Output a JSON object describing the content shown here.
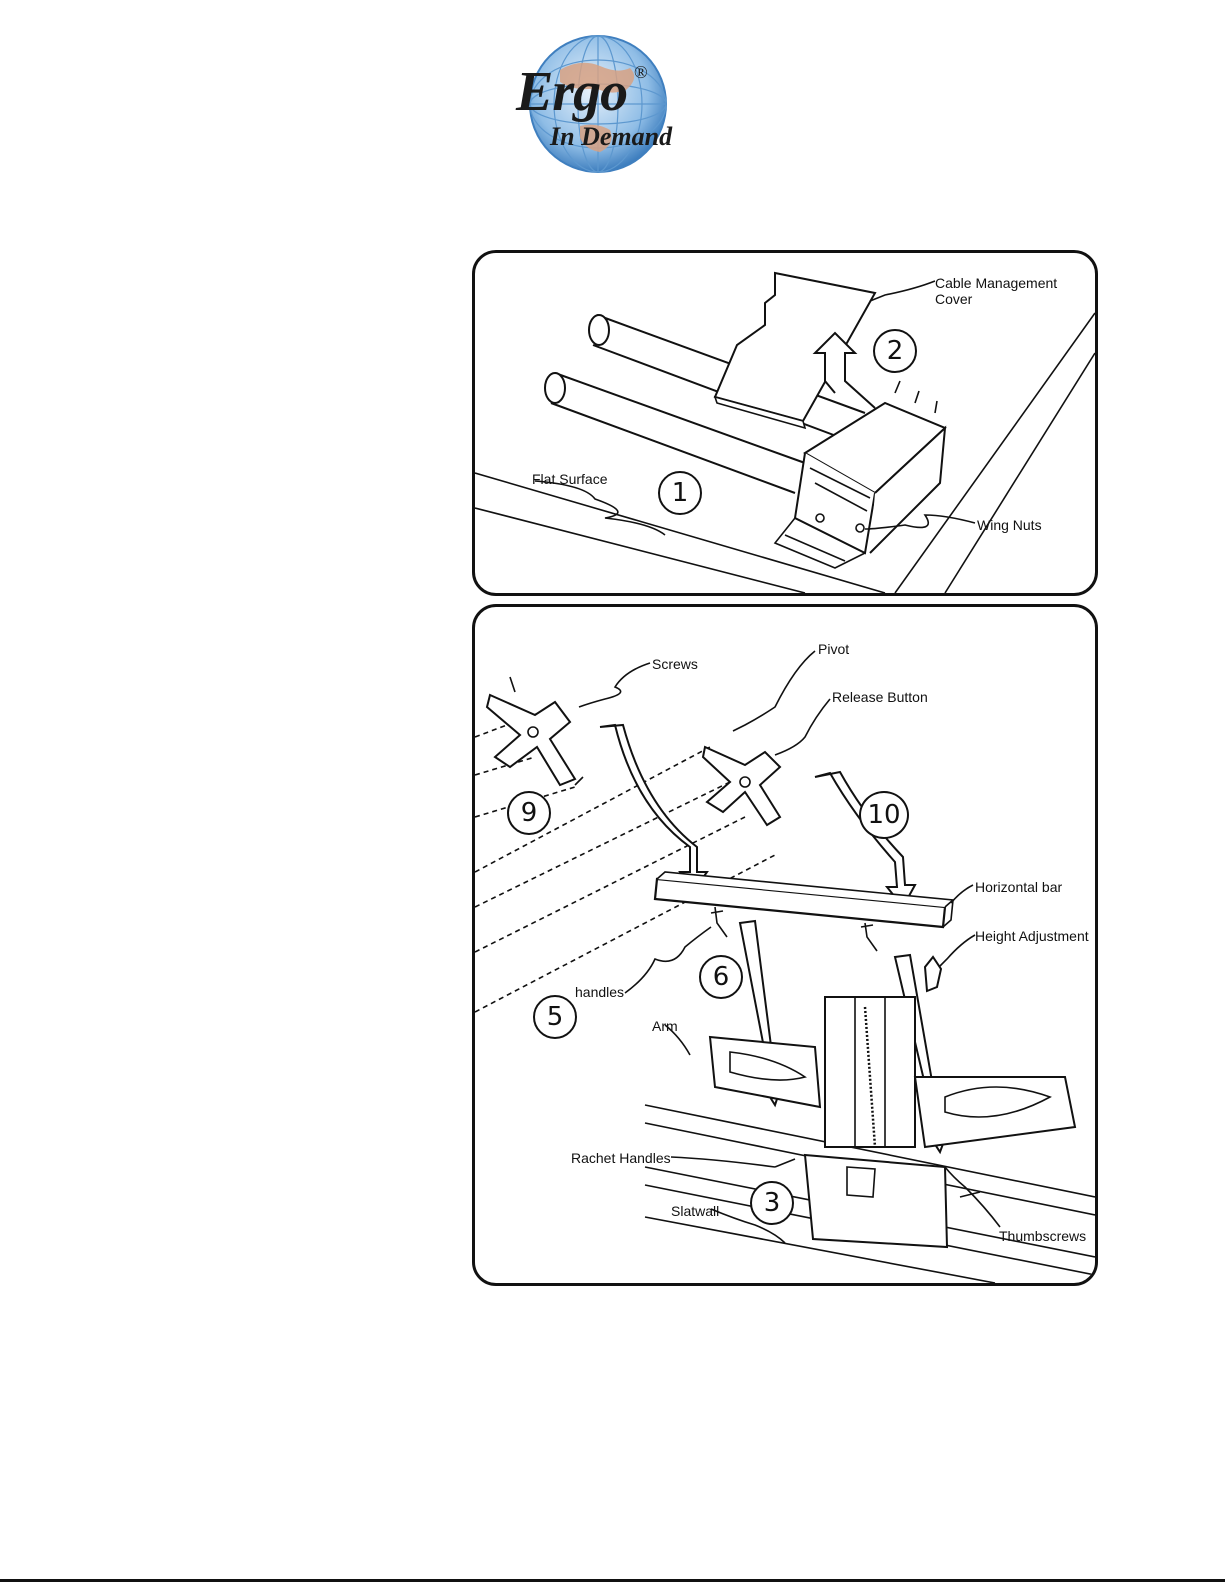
{
  "logo": {
    "brand": "Ergo",
    "registered": "®",
    "tagline": "In Demand",
    "globe_color": "#4a8cc8",
    "brand_color": "#1a1a1a",
    "accent_color": "#c98a6a"
  },
  "panel_top": {
    "labels": {
      "cable_cover_line1": "Cable Management",
      "cable_cover_line2": "Cover",
      "flat_surface": "Flat Surface",
      "wing_nuts": "Wing Nuts"
    },
    "steps": [
      "1",
      "2"
    ]
  },
  "panel_bottom": {
    "labels": {
      "screws": "Screws",
      "pivot": "Pivot",
      "release_button": "Release Button",
      "horizontal_bar": "Horizontal bar",
      "height_adjustment": "Height Adjustment",
      "handles": "handles",
      "arm": "Arm",
      "rachet_handles": "Rachet Handles",
      "slatwall": "Slatwall",
      "thumbscrews": "Thumbscrews"
    },
    "steps": [
      "9",
      "10",
      "6",
      "5",
      "3"
    ]
  }
}
